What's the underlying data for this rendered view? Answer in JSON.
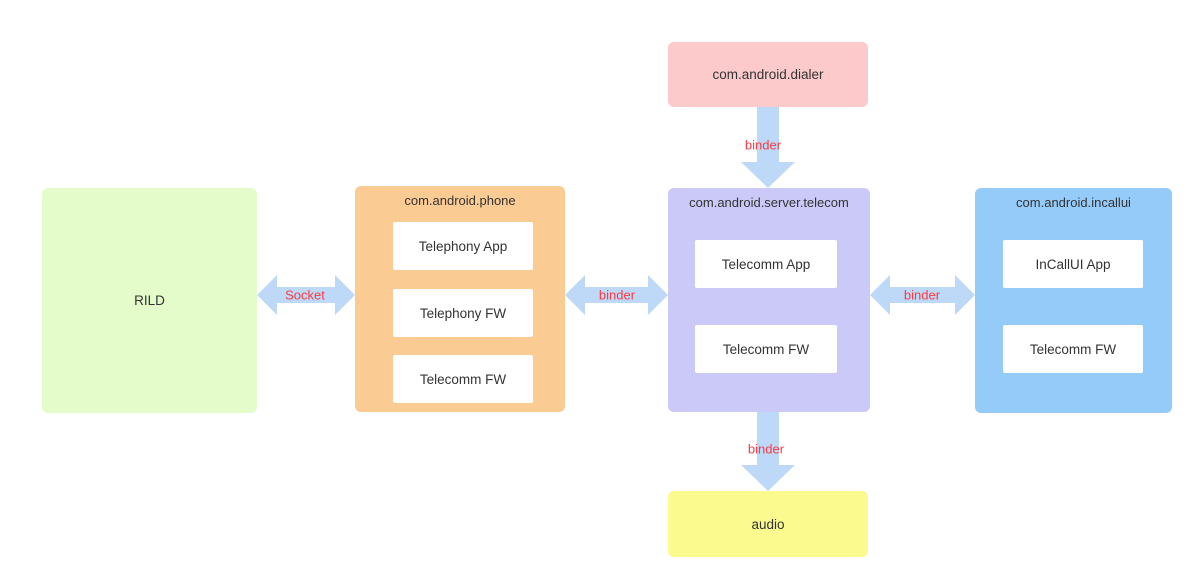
{
  "diagram": {
    "colors": {
      "background": "#ffffff",
      "arrow": "#bed9f7",
      "edge_label": "#fa3b41",
      "text": "#333333",
      "dialer_bg": "#fccacb",
      "rild_bg": "#e4fbca",
      "phone_bg": "#fbcb94",
      "telecom_bg": "#cbc9f7",
      "incallui_bg": "#95cbf8",
      "audio_bg": "#fbfa8e",
      "inner_box_bg": "#ffffff"
    },
    "nodes": {
      "dialer": {
        "label": "com.android.dialer"
      },
      "rild": {
        "label": "RILD"
      },
      "phone": {
        "title": "com.android.phone",
        "children": [
          "Telephony App",
          "Telephony FW",
          "Telecomm FW"
        ]
      },
      "telecom": {
        "title": "com.android.server.telecom",
        "children": [
          "Telecomm App",
          "Telecomm FW"
        ]
      },
      "incallui": {
        "title": "com.android.incallui",
        "children": [
          "InCallUI App",
          "Telecomm FW"
        ]
      },
      "audio": {
        "label": "audio"
      }
    },
    "edges": [
      {
        "id": "dialer-telecom",
        "label": "binder",
        "direction": "down",
        "from": "com.android.dialer",
        "to": "com.android.server.telecom"
      },
      {
        "id": "rild-phone",
        "label": "Socket",
        "direction": "bidirectional",
        "from": "RILD",
        "to": "com.android.phone"
      },
      {
        "id": "phone-telecom",
        "label": "binder",
        "direction": "bidirectional",
        "from": "com.android.phone",
        "to": "com.android.server.telecom"
      },
      {
        "id": "telecom-incallui",
        "label": "binder",
        "direction": "bidirectional",
        "from": "com.android.server.telecom",
        "to": "com.android.incallui"
      },
      {
        "id": "telecom-audio",
        "label": "binder",
        "direction": "down",
        "from": "com.android.server.telecom",
        "to": "audio"
      }
    ]
  }
}
